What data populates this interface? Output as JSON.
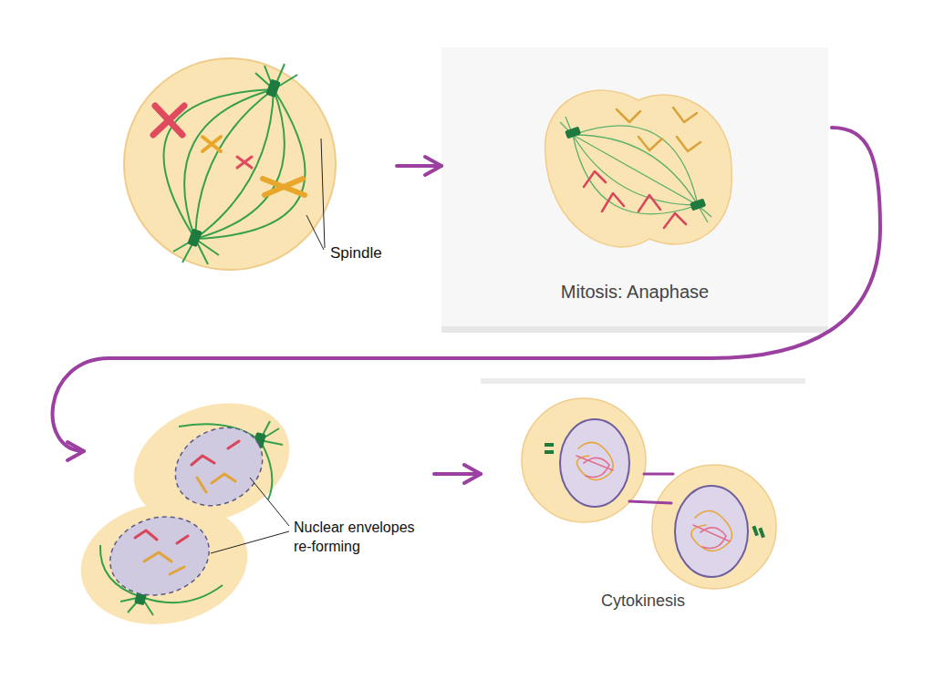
{
  "diagram": {
    "nodes": [
      {
        "text": [
          "Spindle"
        ]
      },
      {
        "text": [
          "Mitosis: Anaphase"
        ]
      },
      {
        "text": [
          "Nuclear envelopes re-forming"
        ]
      },
      {
        "text": [
          "Cytokinesis"
        ]
      }
    ],
    "edges": [
      {
        "from": 0,
        "to": 1,
        "arrow": "to"
      },
      {
        "from": 1,
        "to": 2,
        "arrow": "to"
      },
      {
        "from": 2,
        "to": 3,
        "arrow": "to"
      }
    ]
  }
}
